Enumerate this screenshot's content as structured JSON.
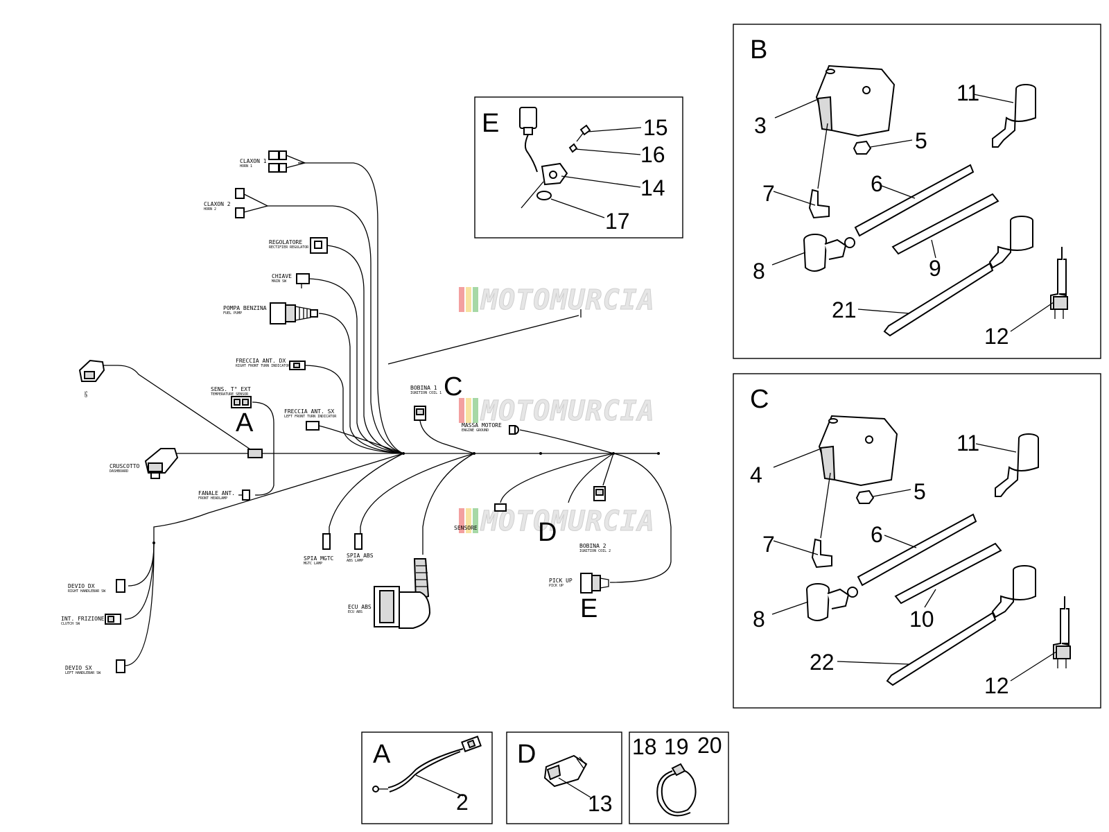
{
  "connectors": {
    "claxon1": {
      "label": "CLAXON 1",
      "sub": "HORN 1"
    },
    "claxon2": {
      "label": "CLAXON 2",
      "sub": "HORN 2"
    },
    "regolatore": {
      "label": "REGOLATORE",
      "sub": "RECTIFIER REGULATOR"
    },
    "chiave": {
      "label": "CHIAVE",
      "sub": "MAIN SW"
    },
    "pompa": {
      "label": "POMPA BENZINA",
      "sub": "FUEL PUMP"
    },
    "freccia_dx": {
      "label": "FRECCIA ANT. DX",
      "sub": "RIGHT FRONT TURN INDICATOR"
    },
    "gps": {
      "label": "GPS",
      "sub": "GPS"
    },
    "sens_temp": {
      "label": "SENS. T° EXT",
      "sub": "TEMPERATURE SENSOR"
    },
    "freccia_sx": {
      "label": "FRECCIA ANT. SX",
      "sub": "LEFT FRONT TURN INDICATOR"
    },
    "cruscotto": {
      "label": "CRUSCOTTO",
      "sub": "DASHBOARD"
    },
    "fanale": {
      "label": "FANALE ANT.",
      "sub": "FRONT HEADLAMP"
    },
    "bobina1": {
      "label": "BOBINA 1",
      "sub": "IGNITION COIL 1"
    },
    "massa": {
      "label": "MASSA MOTORE",
      "sub": "ENGINE GROUND"
    },
    "sensore": {
      "label": "SENSORE",
      "sub": ""
    },
    "bobina2": {
      "label": "BOBINA 2",
      "sub": "IGNITION COIL 2"
    },
    "spia_mgtc": {
      "label": "SPIA MGTC",
      "sub": "MGTC LAMP"
    },
    "spia_abs": {
      "label": "SPIA ABS",
      "sub": "ABS LAMP"
    },
    "ecu_abs": {
      "label": "ECU ABS",
      "sub": "ECU ABS"
    },
    "pickup": {
      "label": "PICK UP",
      "sub": "PICK UP"
    },
    "devio_dx": {
      "label": "DEVIO DX",
      "sub": "RIGHT HANDLEBAR SW"
    },
    "int_frizione": {
      "label": "INT. FRIZIONE",
      "sub": "CLUTCH SW"
    },
    "devio_sx": {
      "label": "DEVIO SX",
      "sub": "LEFT HANDLEBAR SW"
    }
  },
  "callouts": {
    "main_a": "A",
    "main_c": "C",
    "main_e": "E",
    "main_d": "D"
  },
  "panel_e": {
    "letter": "E",
    "nums": [
      "15",
      "16",
      "14",
      "17"
    ]
  },
  "panel_b": {
    "letter": "B",
    "nums": [
      "3",
      "11",
      "5",
      "7",
      "6",
      "8",
      "9",
      "21",
      "12"
    ]
  },
  "panel_c": {
    "letter": "C",
    "nums": [
      "4",
      "11",
      "5",
      "7",
      "6",
      "8",
      "10",
      "22",
      "12"
    ]
  },
  "panel_a": {
    "letter": "A",
    "nums": [
      "2"
    ]
  },
  "panel_d": {
    "letter": "D",
    "nums": [
      "13"
    ]
  },
  "panel_misc": {
    "nums": [
      "18",
      "19",
      "20"
    ]
  },
  "watermark": "MOTOMURCIA",
  "colors": {
    "stripe_red": "#e53935",
    "stripe_yellow": "#f9c22e",
    "stripe_green": "#43a047"
  }
}
